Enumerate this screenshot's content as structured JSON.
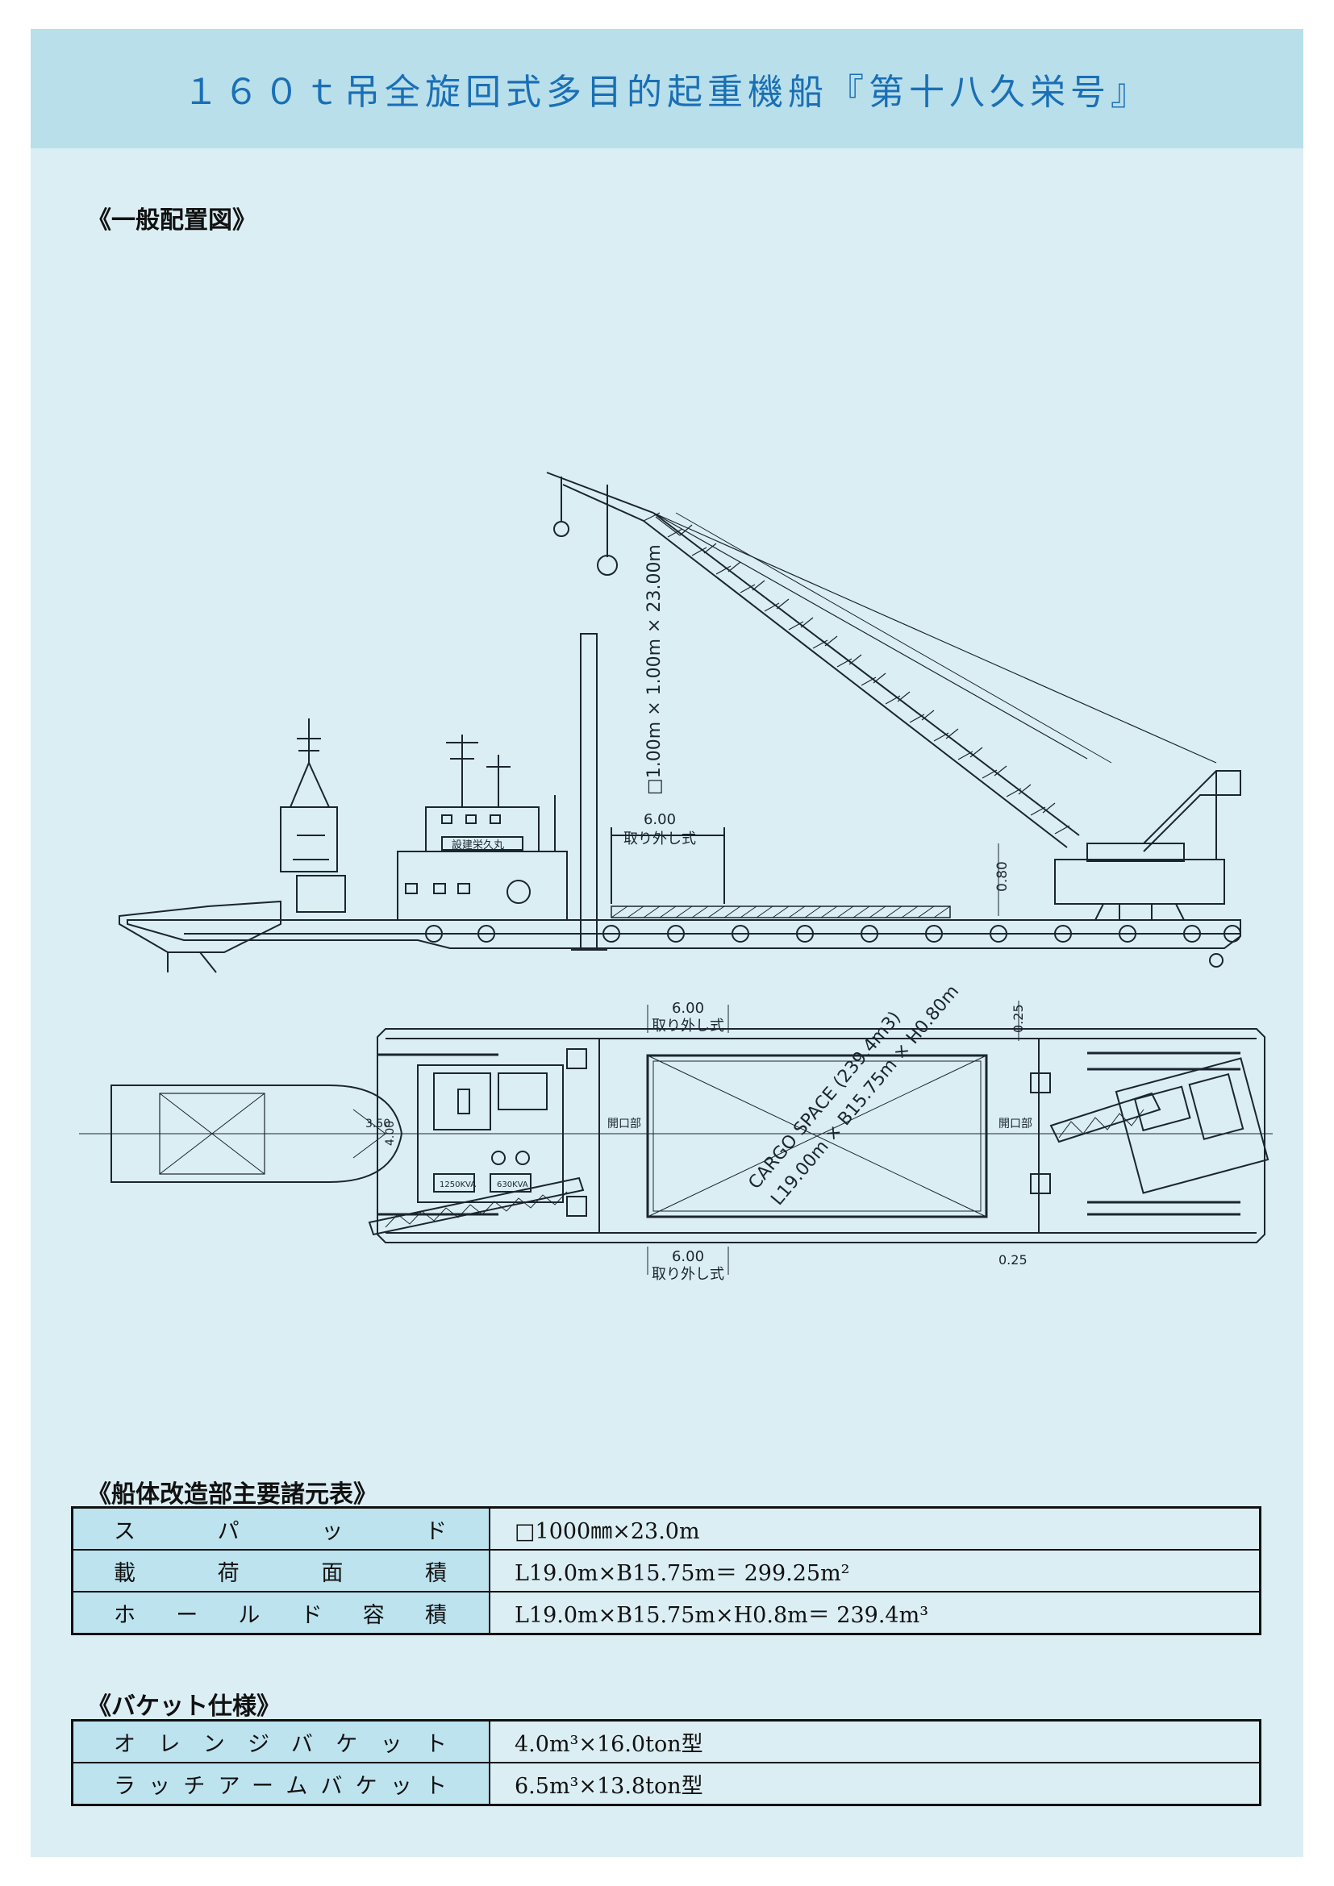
{
  "title": "１６０ｔ吊全旋回式多目的起重機船『第十八久栄号』",
  "sections": {
    "layout": "《一般配置図》",
    "hull_specs": "《船体改造部主要諸元表》",
    "bucket_specs": "《バケット仕様》"
  },
  "drawing": {
    "spud_label": "□1.00m × 1.00m × 23.00m",
    "removable_len": "6.00",
    "removable_label": "取り外し式",
    "height_dim": "0.80",
    "small_dim": "0.25",
    "opening_label": "開口部",
    "cargo_line1": "CARGO  SPACE (239.4m3)",
    "cargo_line2": "L19.00m × B15.75m × H0.80m",
    "ship_name_plate": "設建栄久丸",
    "transformer1": "1250KVA",
    "transformer2": "630KVA",
    "bow_dim": "4.00",
    "bow_dim2": "3.50"
  },
  "hull_table": [
    {
      "key": "スパッド",
      "value": "□1000㎜×23.0m"
    },
    {
      "key": "載荷面積",
      "value": "L19.0m×B15.75m＝ 299.25m²"
    },
    {
      "key": "ホールド容積",
      "value": "L19.0m×B15.75m×H0.8m＝ 239.4m³"
    }
  ],
  "bucket_table": [
    {
      "key": "オレンジバケット",
      "value": "4.0m³×16.0ton型"
    },
    {
      "key": "ラッチアームバケット",
      "value": "6.5m³×13.8ton型"
    }
  ]
}
